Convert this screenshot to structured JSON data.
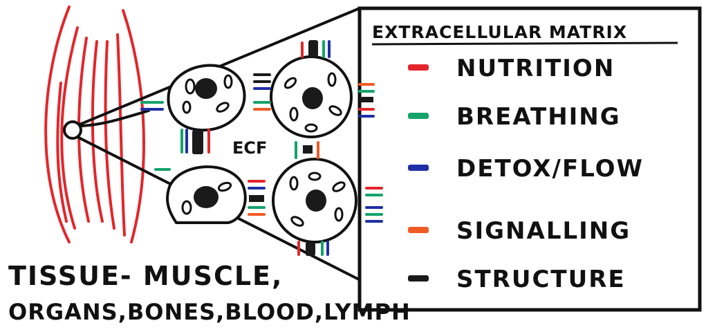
{
  "legend": {
    "title": "EXTRACELLULAR MATRIX",
    "items": [
      {
        "label": "NUTRITION",
        "color": "#e2262b"
      },
      {
        "label": "BREATHING",
        "color": "#14a36b"
      },
      {
        "label": "DETOX/FLOW",
        "color": "#1f2fa6"
      },
      {
        "label": "SIGNALLING",
        "color": "#f05a24"
      },
      {
        "label": "STRUCTURE",
        "color": "#1a1a1a"
      }
    ]
  },
  "ecf_label": "ECF",
  "caption": {
    "line1": "TISSUE- MUSCLE,",
    "line2": "ORGANS,BONES,BLOOD,LYMPH"
  },
  "colors": {
    "muscle": "#e2262b",
    "ink": "#111111"
  }
}
